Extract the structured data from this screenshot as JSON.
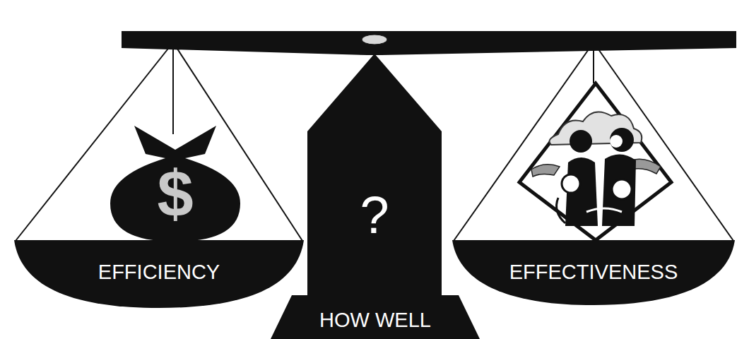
{
  "diagram": {
    "nodes": [
      {
        "text": [
          "$"
        ]
      },
      {
        "text": [
          "EFFICIENCY"
        ]
      },
      {
        "text": [
          "?"
        ]
      },
      {
        "text": [
          "EFFECTIVENESS"
        ]
      },
      {
        "text": [
          "HOW WELL"
        ]
      }
    ]
  }
}
